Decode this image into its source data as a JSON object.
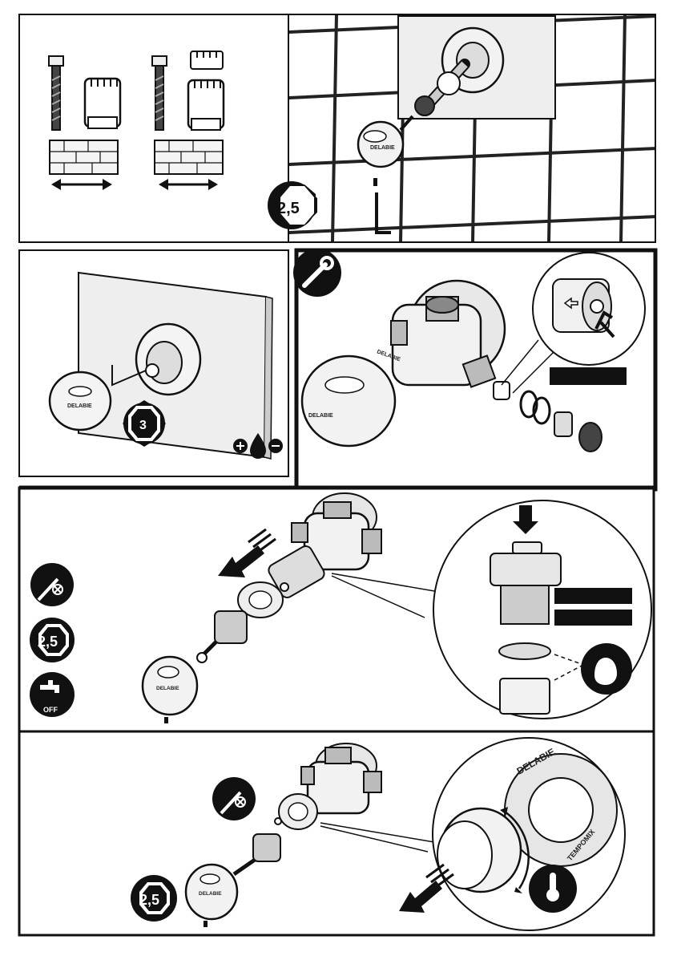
{
  "panel1": {
    "hex_badge": "2,5"
  },
  "panel2": {
    "hex_badge": "3",
    "knob_brand": "DELABIE",
    "icons": [
      "plus-icon",
      "water-drop-icon",
      "minus-icon"
    ]
  },
  "panel3": {
    "top_icon": "wrench-icon",
    "knob_brand": "DELABIE",
    "body_brand": "DELABIE"
  },
  "panel4": {
    "hex_badge": "2,5",
    "tap_label": "OFF",
    "knob_brand": "DELABIE",
    "side_icons": [
      "screwdriver-cross-icon",
      "hex-key-icon",
      "tap-off-icon"
    ],
    "detail_icon": "hand-clean-icon"
  },
  "panel5": {
    "hex_badge": "2,5",
    "knob_brand": "DELABIE",
    "ring_brand": "DELABIE",
    "ring_model": "TEMPOMIX",
    "side_icons": [
      "screwdriver-cross-icon",
      "hex-key-icon",
      "thermometer-icon"
    ]
  },
  "colors": {
    "ink": "#111111",
    "tile_grout": "#222222",
    "plate": "#eeeeee",
    "metal": "#bdbdbd"
  }
}
